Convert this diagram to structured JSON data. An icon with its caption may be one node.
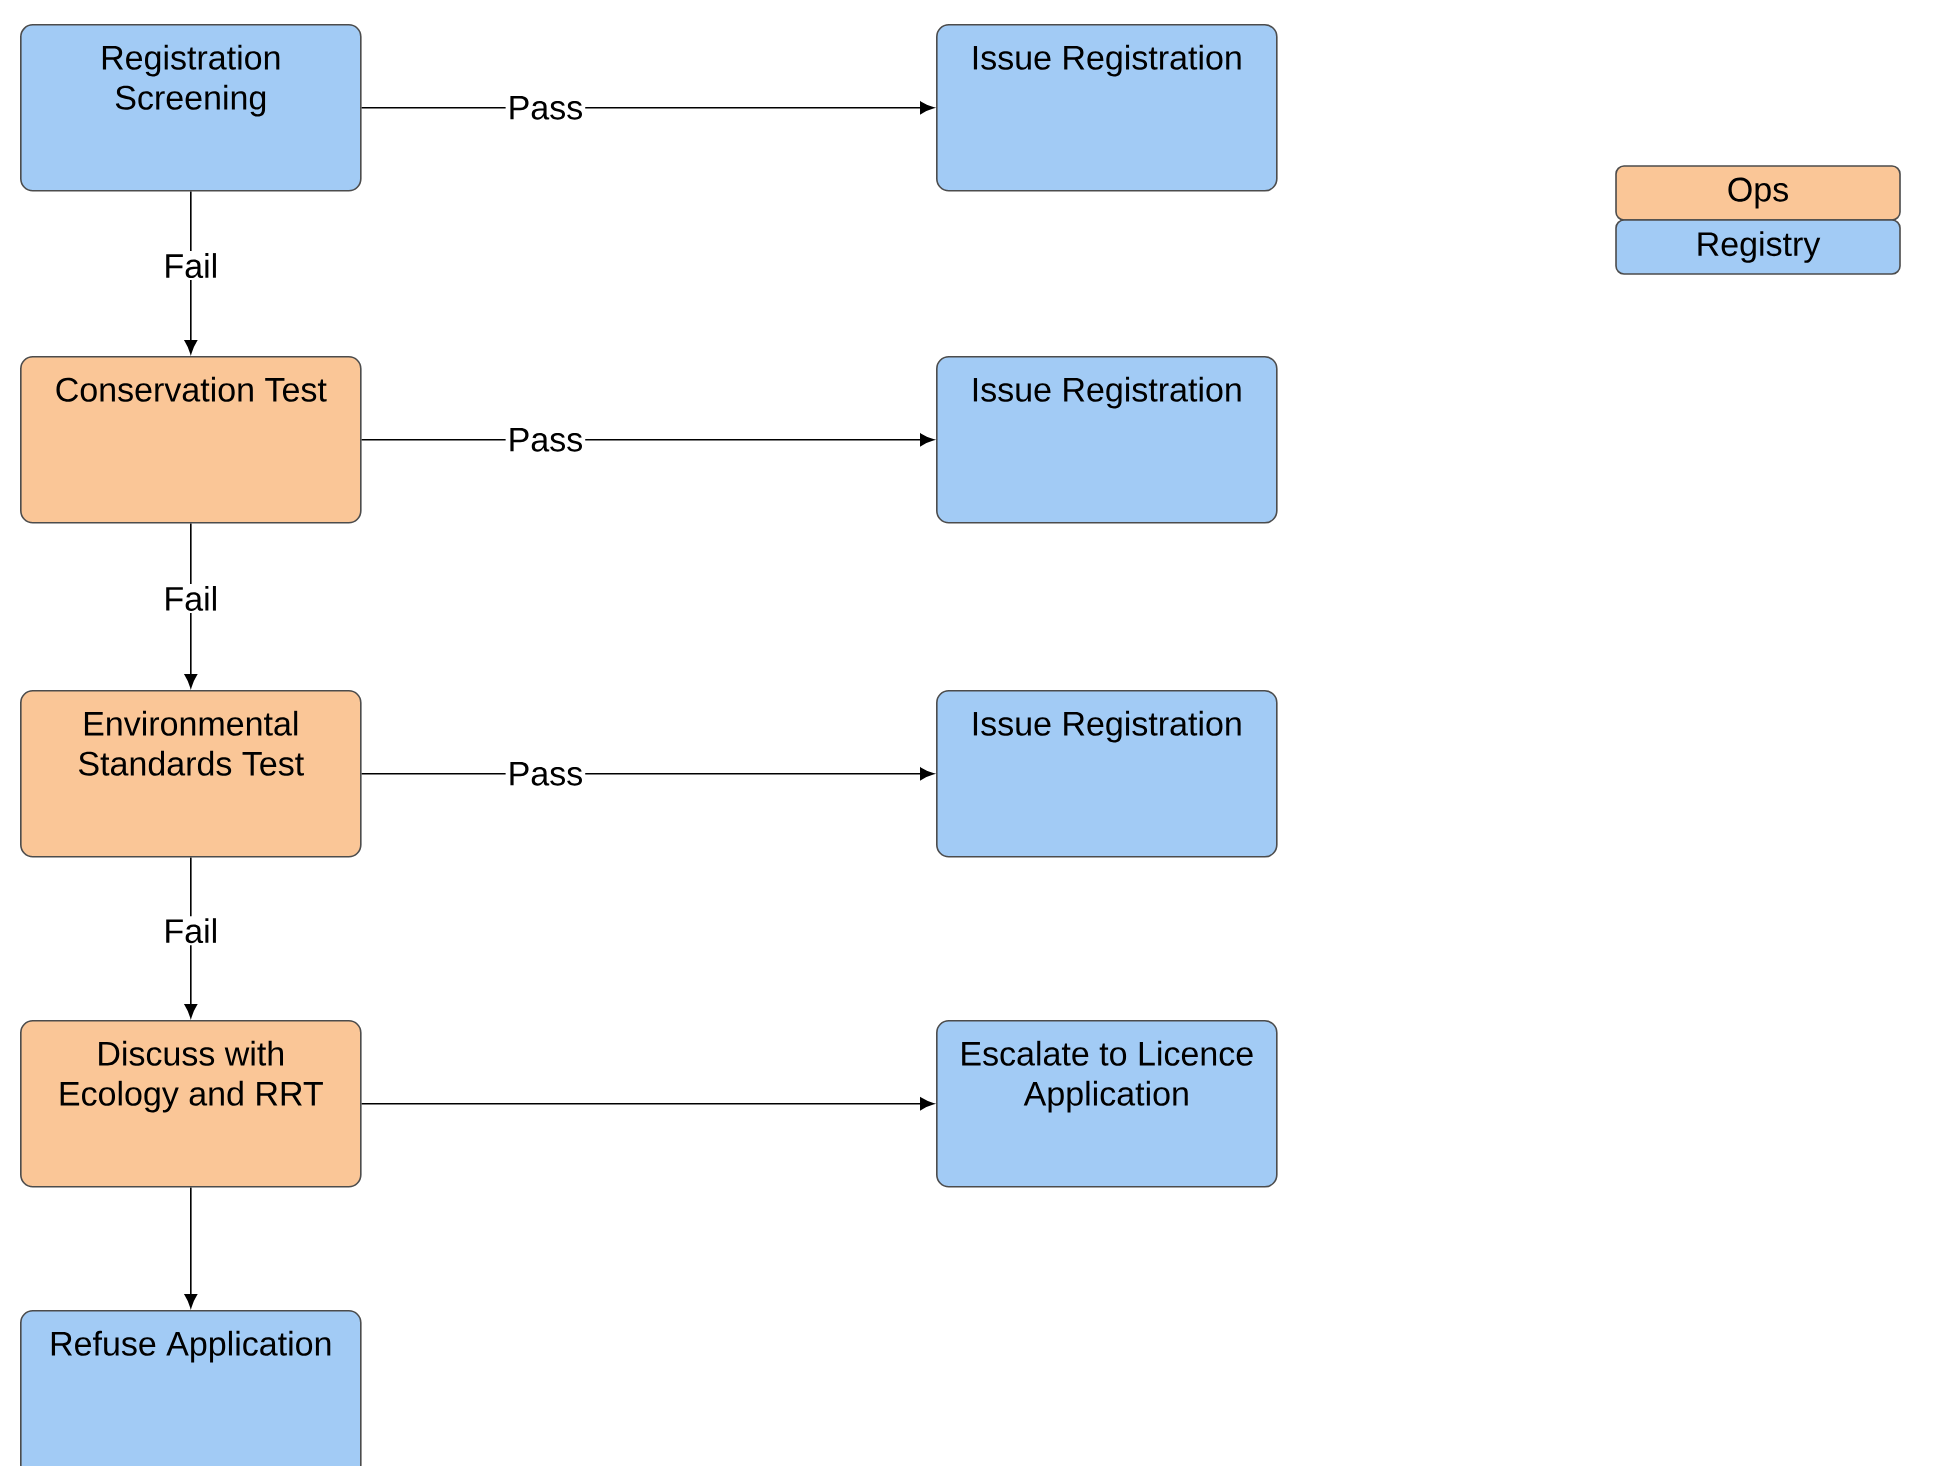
{
  "diagram": {
    "nodes": [
      {
        "text": [
          "Registration Screening"
        ]
      },
      {
        "text": [
          "Issue Registration"
        ]
      },
      {
        "text": [
          "Conservation Test"
        ]
      },
      {
        "text": [
          "Issue Registration"
        ]
      },
      {
        "text": [
          "Environmental Standards Test"
        ]
      },
      {
        "text": [
          "Issue Registration"
        ]
      },
      {
        "text": [
          "Discuss with Ecology and RRT"
        ]
      },
      {
        "text": [
          "Escalate to Licence Application"
        ]
      },
      {
        "text": [
          "Refuse Application"
        ]
      }
    ],
    "edges": [
      {
        "from": 0,
        "to": 1,
        "arrow": "to",
        "label": "Pass"
      },
      {
        "from": 0,
        "to": 2,
        "arrow": "to",
        "label": "Fail"
      },
      {
        "from": 2,
        "to": 3,
        "arrow": "to",
        "label": "Pass"
      },
      {
        "from": 2,
        "to": 4,
        "arrow": "to",
        "label": "Fail"
      },
      {
        "from": 4,
        "to": 5,
        "arrow": "to",
        "label": "Pass"
      },
      {
        "from": 4,
        "to": 6,
        "arrow": "to",
        "label": "Fail"
      },
      {
        "from": 6,
        "to": 7,
        "arrow": "to"
      },
      {
        "from": 6,
        "to": 8,
        "arrow": "to"
      }
    ],
    "legend": [
      {
        "text": "Ops",
        "color": "#fac697"
      },
      {
        "text": "Registry",
        "color": "#a2cbf5"
      }
    ]
  }
}
